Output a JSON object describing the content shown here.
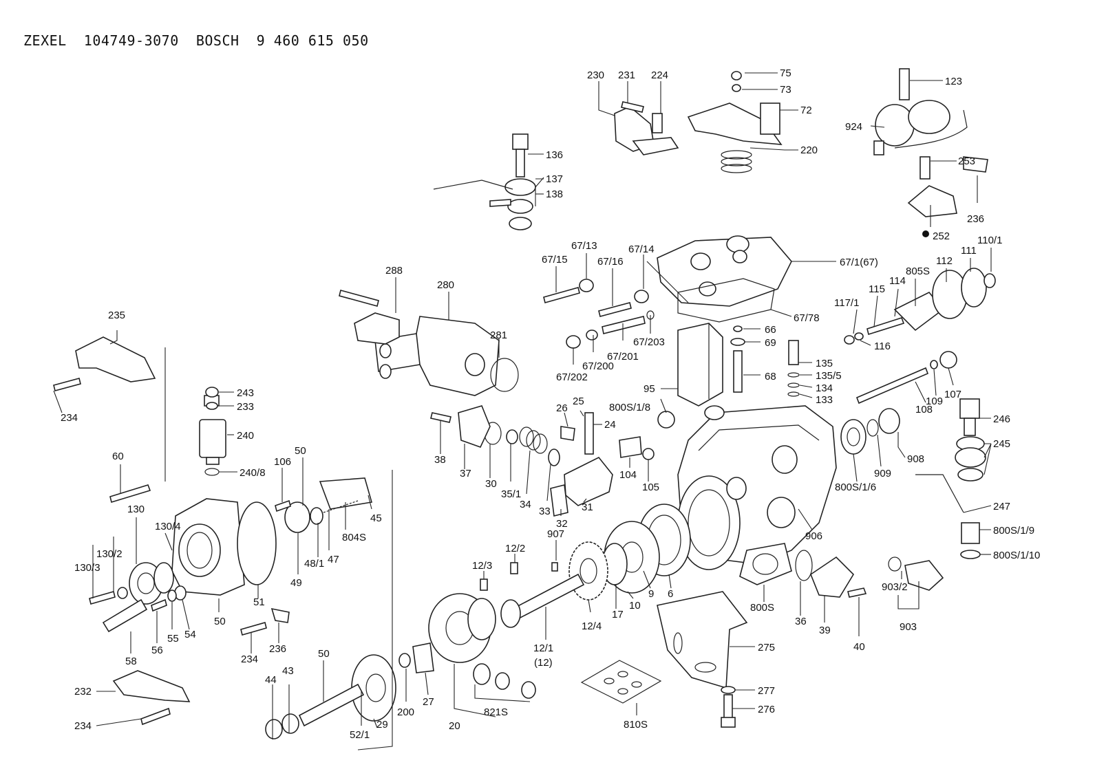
{
  "header": {
    "title": "ZEXEL  104749-3070  BOSCH  9 460 615 050"
  },
  "labels": [
    {
      "id": "l230",
      "text": "230"
    },
    {
      "id": "l231",
      "text": "231"
    },
    {
      "id": "l224",
      "text": "224"
    },
    {
      "id": "l75",
      "text": "75"
    },
    {
      "id": "l73",
      "text": "73"
    },
    {
      "id": "l72",
      "text": "72"
    },
    {
      "id": "l220",
      "text": "220"
    },
    {
      "id": "l123",
      "text": "123"
    },
    {
      "id": "l924",
      "text": "924"
    },
    {
      "id": "l253",
      "text": "253"
    },
    {
      "id": "l236a",
      "text": "236"
    },
    {
      "id": "l252",
      "text": "252"
    },
    {
      "id": "l136",
      "text": "136"
    },
    {
      "id": "l137",
      "text": "137"
    },
    {
      "id": "l138",
      "text": "138"
    },
    {
      "id": "l67_13",
      "text": "67/13"
    },
    {
      "id": "l67_15",
      "text": "67/15"
    },
    {
      "id": "l67_16",
      "text": "67/16"
    },
    {
      "id": "l67_14",
      "text": "67/14"
    },
    {
      "id": "l67_1",
      "text": "67/1(67)"
    },
    {
      "id": "l67_78",
      "text": "67/78"
    },
    {
      "id": "l288",
      "text": "288"
    },
    {
      "id": "l280",
      "text": "280"
    },
    {
      "id": "l281",
      "text": "281"
    },
    {
      "id": "l67_203",
      "text": "67/203"
    },
    {
      "id": "l67_201",
      "text": "67/201"
    },
    {
      "id": "l67_200",
      "text": "67/200"
    },
    {
      "id": "l67_202",
      "text": "67/202"
    },
    {
      "id": "l66",
      "text": "66"
    },
    {
      "id": "l69",
      "text": "69"
    },
    {
      "id": "l68",
      "text": "68"
    },
    {
      "id": "l95",
      "text": "95"
    },
    {
      "id": "l805S",
      "text": "805S"
    },
    {
      "id": "l112",
      "text": "112"
    },
    {
      "id": "l111",
      "text": "111"
    },
    {
      "id": "l110_1",
      "text": "110/1"
    },
    {
      "id": "l117_1",
      "text": "117/1"
    },
    {
      "id": "l115",
      "text": "115"
    },
    {
      "id": "l114",
      "text": "114"
    },
    {
      "id": "l116",
      "text": "116"
    },
    {
      "id": "l135",
      "text": "135"
    },
    {
      "id": "l135_5",
      "text": "135/5"
    },
    {
      "id": "l134",
      "text": "134"
    },
    {
      "id": "l133",
      "text": "133"
    },
    {
      "id": "l235",
      "text": "235"
    },
    {
      "id": "l234a",
      "text": "234"
    },
    {
      "id": "l243",
      "text": "243"
    },
    {
      "id": "l233",
      "text": "233"
    },
    {
      "id": "l240",
      "text": "240"
    },
    {
      "id": "l240_8",
      "text": "240/8"
    },
    {
      "id": "l60",
      "text": "60"
    },
    {
      "id": "l106",
      "text": "106"
    },
    {
      "id": "l50a",
      "text": "50"
    },
    {
      "id": "l130",
      "text": "130"
    },
    {
      "id": "l130_4",
      "text": "130/4"
    },
    {
      "id": "l130_2",
      "text": "130/2"
    },
    {
      "id": "l130_3",
      "text": "130/3"
    },
    {
      "id": "l49",
      "text": "49"
    },
    {
      "id": "l48_1",
      "text": "48/1"
    },
    {
      "id": "l47",
      "text": "47"
    },
    {
      "id": "l804S",
      "text": "804S"
    },
    {
      "id": "l45",
      "text": "45"
    },
    {
      "id": "l51",
      "text": "51"
    },
    {
      "id": "l50b",
      "text": "50"
    },
    {
      "id": "l58",
      "text": "58"
    },
    {
      "id": "l56",
      "text": "56"
    },
    {
      "id": "l55",
      "text": "55"
    },
    {
      "id": "l54",
      "text": "54"
    },
    {
      "id": "l234b",
      "text": "234"
    },
    {
      "id": "l236b",
      "text": "236"
    },
    {
      "id": "l232",
      "text": "232"
    },
    {
      "id": "l234c",
      "text": "234"
    },
    {
      "id": "l38",
      "text": "38"
    },
    {
      "id": "l37",
      "text": "37"
    },
    {
      "id": "l30",
      "text": "30"
    },
    {
      "id": "l35_1",
      "text": "35/1"
    },
    {
      "id": "l34",
      "text": "34"
    },
    {
      "id": "l33",
      "text": "33"
    },
    {
      "id": "l32",
      "text": "32"
    },
    {
      "id": "l31",
      "text": "31"
    },
    {
      "id": "l26",
      "text": "26"
    },
    {
      "id": "l25",
      "text": "25"
    },
    {
      "id": "l24",
      "text": "24"
    },
    {
      "id": "l800S_1_8",
      "text": "800S/1/8"
    },
    {
      "id": "l104",
      "text": "104"
    },
    {
      "id": "l105",
      "text": "105"
    },
    {
      "id": "l108",
      "text": "108"
    },
    {
      "id": "l109",
      "text": "109"
    },
    {
      "id": "l107",
      "text": "107"
    },
    {
      "id": "l246",
      "text": "246"
    },
    {
      "id": "l245",
      "text": "245"
    },
    {
      "id": "l908",
      "text": "908"
    },
    {
      "id": "l909",
      "text": "909"
    },
    {
      "id": "l800S_1_6",
      "text": "800S/1/6"
    },
    {
      "id": "l247",
      "text": "247"
    },
    {
      "id": "l906",
      "text": "906"
    },
    {
      "id": "l800S_1_9",
      "text": "800S/1/9"
    },
    {
      "id": "l800S_1_10",
      "text": "800S/1/10"
    },
    {
      "id": "l907",
      "text": "907"
    },
    {
      "id": "l12_2",
      "text": "12/2"
    },
    {
      "id": "l12_3",
      "text": "12/3"
    },
    {
      "id": "l6",
      "text": "6"
    },
    {
      "id": "l9",
      "text": "9"
    },
    {
      "id": "l10",
      "text": "10"
    },
    {
      "id": "l17",
      "text": "17"
    },
    {
      "id": "l12_4",
      "text": "12/4"
    },
    {
      "id": "l12_1",
      "text": "12/1"
    },
    {
      "id": "l12",
      "text": "(12)"
    },
    {
      "id": "l800S",
      "text": "800S"
    },
    {
      "id": "l36",
      "text": "36"
    },
    {
      "id": "l39",
      "text": "39"
    },
    {
      "id": "l40",
      "text": "40"
    },
    {
      "id": "l903_2",
      "text": "903/2"
    },
    {
      "id": "l903",
      "text": "903"
    },
    {
      "id": "l275",
      "text": "275"
    },
    {
      "id": "l277",
      "text": "277"
    },
    {
      "id": "l276",
      "text": "276"
    },
    {
      "id": "l810S",
      "text": "810S"
    },
    {
      "id": "l44",
      "text": "44"
    },
    {
      "id": "l43",
      "text": "43"
    },
    {
      "id": "l50c",
      "text": "50"
    },
    {
      "id": "l52_1",
      "text": "52/1"
    },
    {
      "id": "l29",
      "text": "29"
    },
    {
      "id": "l200",
      "text": "200"
    },
    {
      "id": "l27",
      "text": "27"
    },
    {
      "id": "l20",
      "text": "20"
    },
    {
      "id": "l821S",
      "text": "821S"
    }
  ]
}
